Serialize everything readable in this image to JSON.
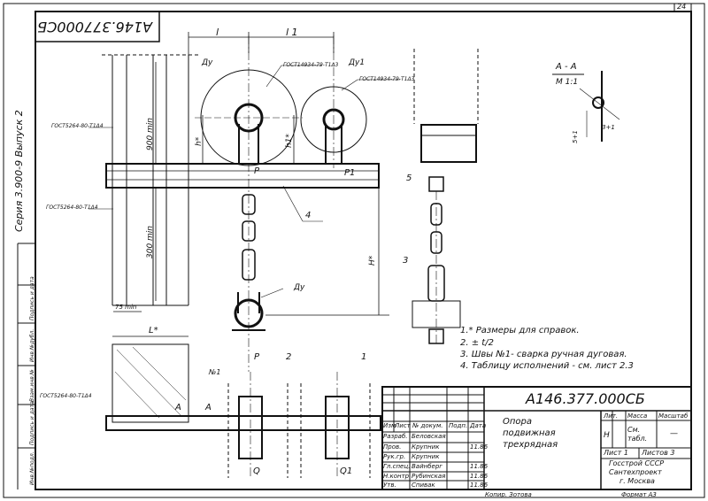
{
  "sheet_number": "24",
  "title_inverted": "А146.377000СБ",
  "side_series": "Серия 3.900-9   Выпуск 2",
  "side_fields": [
    "Инв.№подл.",
    "Подпись и дата",
    "Взам.инв.№",
    "Инв.№дубл.",
    "Подпись и дата"
  ],
  "dims": {
    "l": "l",
    "l1": "l 1",
    "du": "Ду",
    "du1": "Ду1",
    "h_star": "h*",
    "h1_star": "h1*",
    "H_star": "H*",
    "L_star": "L*",
    "p": "P",
    "p1": "P1",
    "q": "Q",
    "q1": "Q1",
    "min900": "900 min",
    "min300": "300 min",
    "min75": "75 min",
    "du_bottom": "Ду"
  },
  "gost_labels": {
    "g1": "ГОСТ14934-79-Т1Δ3",
    "g2": "ГОСТ14934-79-Т1Δ3",
    "g3": "ГОСТ5264-80-Т1Δ4",
    "g4": "ГОСТ5264-80-Т1Δ4",
    "g5": "ГОСТ5264-80-Т1Δ4"
  },
  "callouts": {
    "c1": "1",
    "c2": "2",
    "c3": "3",
    "c4": "4",
    "c5": "5",
    "n1": "№1"
  },
  "section": {
    "title": "А - А",
    "scale": "М 1:1",
    "dim5": "5+1",
    "dim3": "3+1",
    "a_top": "А",
    "a_bot": "А"
  },
  "notes": [
    "1.* Размеры для справок.",
    "2. ± t/2",
    "3. Швы №1- сварка ручная дуговая.",
    "4. Таблицу исполнений - см. лист 2.3"
  ],
  "stamp": {
    "designation": "А146.377.000СБ",
    "name_lines": [
      "Опора",
      "подвижная",
      "трехрядная"
    ],
    "head": [
      "Изм",
      "Лист",
      "№ докум.",
      "Подп.",
      "Дата"
    ],
    "roles": [
      "Разраб.",
      "Пров.",
      "Рук.гр.",
      "Гл.спец.",
      "Н.контр.",
      "Утв."
    ],
    "names": [
      "Беловская",
      "Крупник",
      "Крупник",
      "Вайнберг",
      "Рубинская",
      "Спивак"
    ],
    "dates": [
      "",
      "11.86",
      "",
      "11.86",
      "11.86",
      "11.86"
    ],
    "lit_header": "Лит.",
    "mass_header": "Масса",
    "scale_header": "Масштаб",
    "lit": "Н",
    "mass": "См. табл.",
    "scale": "—",
    "sheet": "Лист 1",
    "sheets": "Листов 3",
    "org": [
      "Госстрой СССР",
      "Сантехпроект",
      "г. Москва"
    ]
  },
  "copied": "Копир. Зотова",
  "format": "Формат  А3"
}
